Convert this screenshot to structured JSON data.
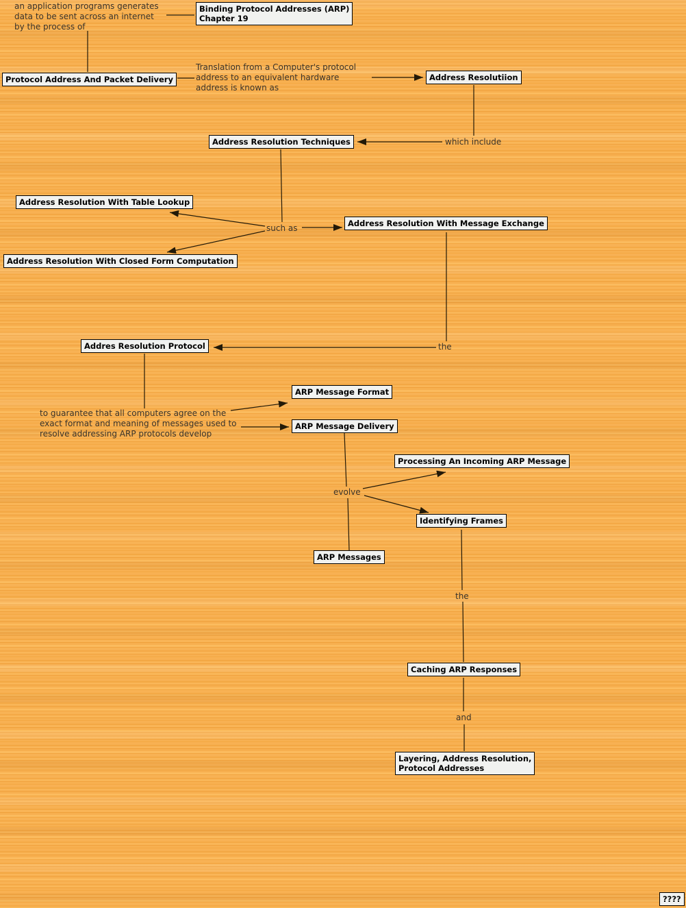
{
  "colors": {
    "background_base": "#f7ae4c",
    "stripe_light": "#fbbb5e",
    "stripe_dark": "#efa03c",
    "box_background": "#f1f2f0",
    "box_border": "#000000",
    "box_text": "#000000",
    "line": "#231a08",
    "label_text": "#3a332a"
  },
  "nodes": {
    "binding": {
      "label": "Binding Protocol Addresses (ARP)\nChapter 19"
    },
    "protocol_delivery": {
      "label": "Protocol Address And Packet Delivery"
    },
    "address_resolution": {
      "label": "Address Resolutiion"
    },
    "techniques": {
      "label": "Address Resolution Techniques"
    },
    "table_lookup": {
      "label": "Address Resolution With Table Lookup"
    },
    "closed_form": {
      "label": "Address Resolution With Closed Form Computation"
    },
    "message_exchange": {
      "label": "Address Resolution With Message Exchange"
    },
    "arp_protocol": {
      "label": "Addres Resolution Protocol"
    },
    "message_format": {
      "label": "ARP Message Format"
    },
    "message_delivery": {
      "label": "ARP Message Delivery"
    },
    "processing": {
      "label": "Processing An Incoming ARP Message"
    },
    "identifying": {
      "label": "Identifying Frames"
    },
    "arp_messages": {
      "label": "ARP Messages"
    },
    "caching": {
      "label": "Caching ARP Responses"
    },
    "layering": {
      "label": "Layering, Address Resolution,\nProtocol Addresses"
    },
    "unknown": {
      "label": "????"
    }
  },
  "links": {
    "intro": {
      "text": "an application programs generates\ndata to be sent across an internet\nby the process of"
    },
    "translation": {
      "text": "Translation from a Computer's protocol\naddress to an equivalent hardware\naddress is known as"
    },
    "which_include": {
      "text": "which include"
    },
    "such_as": {
      "text": "such as"
    },
    "the_1": {
      "text": "the"
    },
    "guarantee": {
      "text": "to guarantee that all computers agree on the\nexact format and meaning of messages used to\nresolve addressing ARP protocols develop"
    },
    "evolve": {
      "text": "evolve"
    },
    "the_2": {
      "text": "the"
    },
    "and": {
      "text": "and"
    }
  }
}
